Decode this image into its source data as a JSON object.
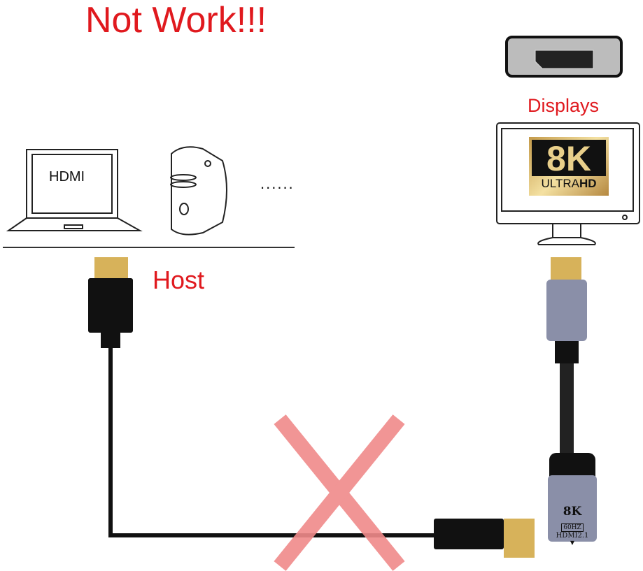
{
  "title": "Not Work!!!",
  "host_label": "Host",
  "displays_label": "Displays",
  "laptop_screen_text": "HDMI",
  "more_devices": "......",
  "monitor_logo": {
    "main": "8K",
    "sub_light": "ULTRA",
    "sub_bold": "HD"
  },
  "adapter": {
    "resolution": "8K",
    "refresh": "60HZ",
    "standard": "HDMI2.1"
  },
  "colors": {
    "label_red": "#e0191e",
    "cross": "#f08a8a",
    "adapter_body": "#8a8fa8",
    "gold": "#d9b25c"
  }
}
